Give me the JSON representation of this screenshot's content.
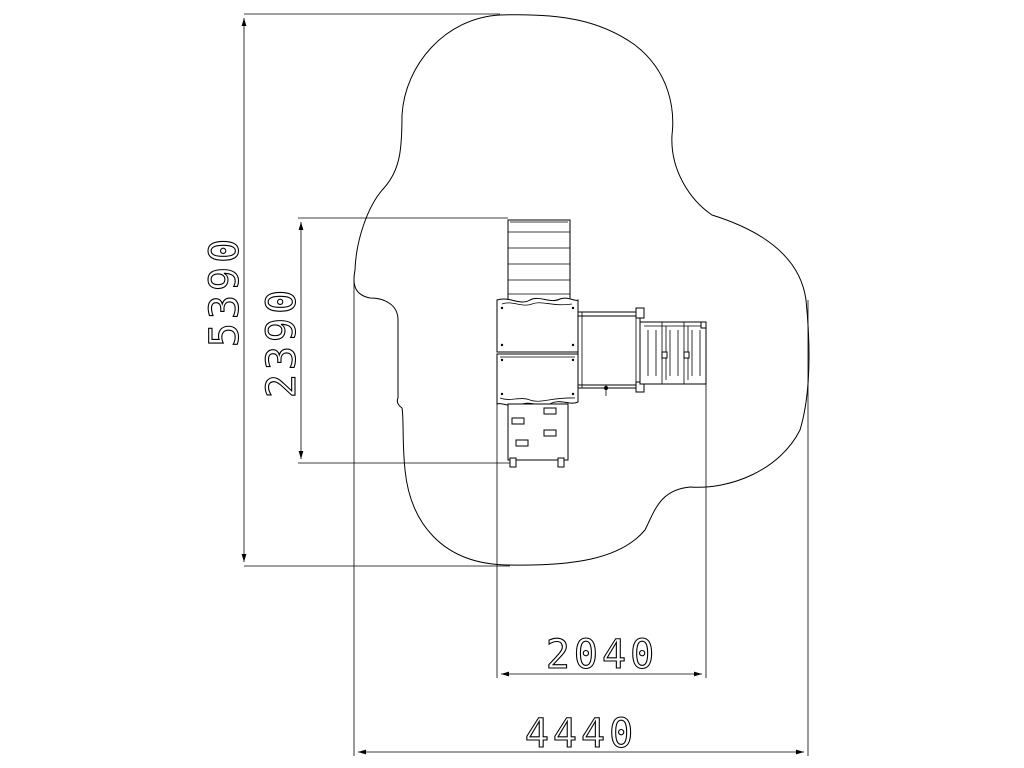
{
  "dimensions": {
    "overall_height": "5390",
    "equipment_height": "2390",
    "equipment_width": "2040",
    "overall_width": "4440"
  }
}
